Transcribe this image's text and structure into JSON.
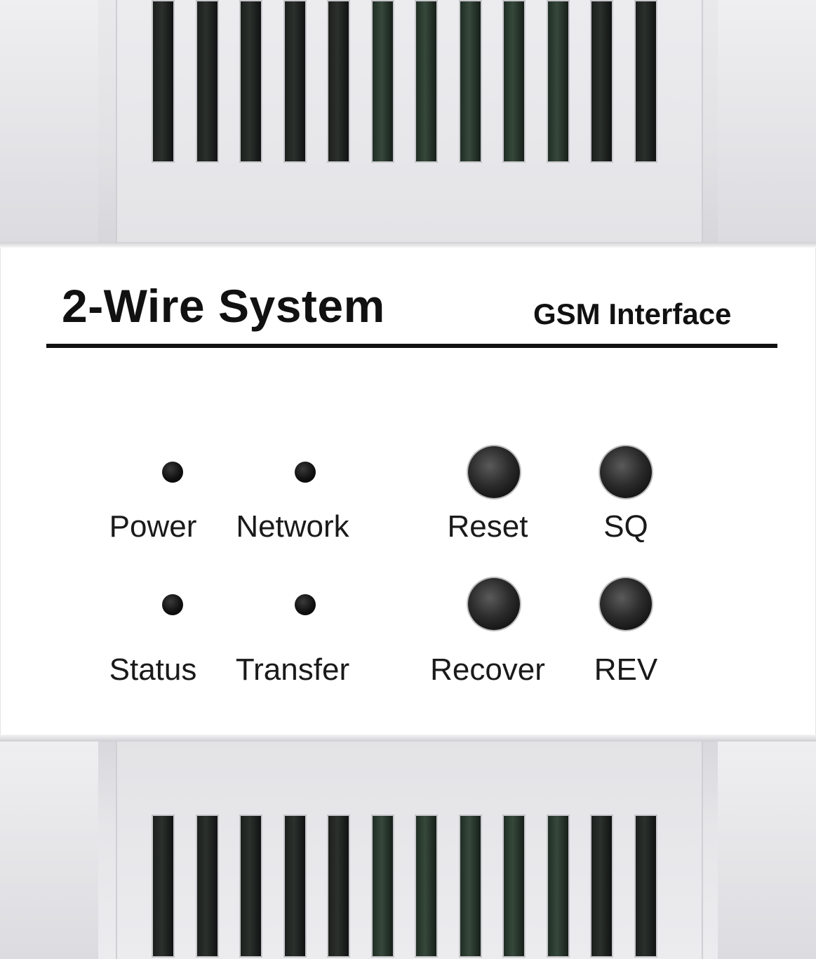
{
  "label": {
    "title": "2-Wire System",
    "subtitle": "GSM Interface"
  },
  "indicators": [
    {
      "label": "Power"
    },
    {
      "label": "Network"
    },
    {
      "label": "Status"
    },
    {
      "label": "Transfer"
    }
  ],
  "buttons": [
    {
      "label": "Reset"
    },
    {
      "label": "SQ"
    },
    {
      "label": "Recover"
    },
    {
      "label": "REV"
    }
  ],
  "colors": {
    "housing": "#e4e4e7",
    "panel": "#ffffff",
    "text": "#111111",
    "led": "#111111"
  }
}
